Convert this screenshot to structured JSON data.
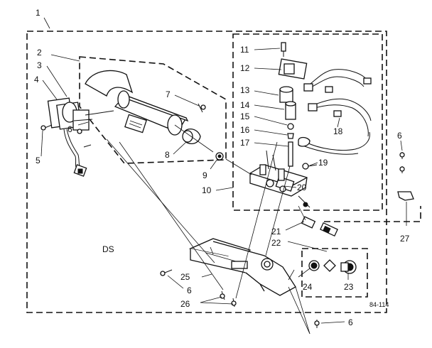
{
  "diagram": {
    "callouts": {
      "c1": "1",
      "c2": "2",
      "c3": "3",
      "c4": "4",
      "c5": "5",
      "c6a": "6",
      "c7": "7",
      "c8": "8",
      "c9": "9",
      "c10": "10",
      "c11": "11",
      "c12": "12",
      "c13": "13",
      "c14": "14",
      "c15": "15",
      "c16": "16",
      "c17": "17",
      "c18": "18",
      "c19": "19",
      "c20": "20",
      "c21": "21",
      "c22": "22",
      "c23": "23",
      "c24": "24",
      "c25": "25",
      "c6b": "6",
      "c26": "26",
      "c6c": "6",
      "c27": "27",
      "c6d": "6"
    },
    "model_code": "DS",
    "drawing_id": "84-114"
  }
}
